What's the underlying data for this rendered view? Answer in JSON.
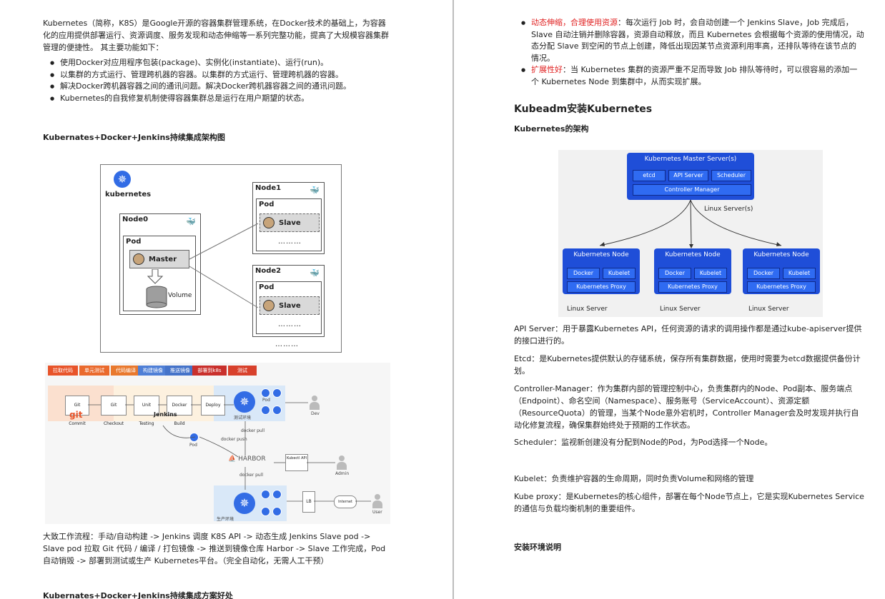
{
  "left": {
    "intro": "Kubernetes（简称，K8S）是Google开源的容器集群管理系统，在Docker技术的基础上，为容器化的应用提供部署运行、资源调度、服务发现和动态伸缩等一系列完整功能，提高了大规模容器集群管理的便捷性。 其主要功能如下：",
    "bullets": [
      "使用Docker对应用程序包装(package)、实例化(instantiate)、运行(run)。",
      "以集群的方式运行、管理跨机器的容器。以集群的方式运行、管理跨机器的容器。",
      "解决Docker跨机器容器之间的通讯问题。解决Docker跨机器容器之间的通讯问题。",
      "Kubernetes的自我修复机制使得容器集群总是运行在用户期望的状态。"
    ],
    "section1_title": "Kubernates+Docker+Jenkins持续集成架构图",
    "fig1": {
      "logo_text": "kubernetes",
      "node0": "Node0",
      "node1": "Node1",
      "node2": "Node2",
      "pod": "Pod",
      "master": "Master",
      "slave": "Slave",
      "volume": "Volume",
      "dots": "………"
    },
    "fig2": {
      "stages": [
        "拉取代码",
        "单元测试",
        "代码编译",
        "构建镜像",
        "推送镜像",
        "部署到k8s",
        "测试"
      ],
      "steps": [
        "Git Commit",
        "Git Checkout",
        "Unit Testing",
        "Docker Build",
        "Deploy"
      ],
      "git": "git",
      "jenkins": "Jenkins",
      "harbor": "HARBOR",
      "docker_push": "docker push",
      "docker_pull": "docker pull",
      "kubectl": "Kubectl API",
      "lb": "LB",
      "internet": "Internet",
      "pod": "Pod",
      "test_env": "测试环境",
      "prod_env": "生产环境",
      "dev": "Dev",
      "admin": "Admin",
      "user": "User"
    },
    "workflow": "大致工作流程：手动/自动构建 -> Jenkins 调度 K8S API -> 动态生成 Jenkins Slave pod -> Slave pod 拉取 Git 代码 / 编译 / 打包镜像 -> 推送到镜像仓库 Harbor -> Slave 工作完成，Pod 自动销毁 -> 部署到测试或生产 Kubernetes平台。（完全自动化，无需人工干预）",
    "section2_title": "Kubernates+Docker+Jenkins持续集成方案好处"
  },
  "right": {
    "bullet1_red": "动态伸缩，合理使用资源",
    "bullet1_text": "：每次运行 Job 时，会自动创建一个 Jenkins Slave，Job 完成后，Slave 自动注销并删除容器，资源自动释放，而且 Kubernetes 会根据每个资源的使用情况，动态分配 Slave 到空闲的节点上创建，降低出现因某节点资源利用率高，还排队等待在该节点的情况。",
    "bullet2_red": "扩展性好",
    "bullet2_text": "：当 Kubernetes 集群的资源严重不足而导致 Job 排队等待时，可以很容易的添加一个 Kubernetes Node 到集群中，从而实现扩展。",
    "heading": "Kubeadm安装Kubernetes",
    "subheading": "Kubernetes的架构",
    "fig3": {
      "master_title": "Kubernetes Master Server(s)",
      "etcd": "etcd",
      "api": "API Server",
      "scheduler": "Scheduler",
      "controller": "Controller Manager",
      "linux_servers": "Linux Server(s)",
      "node_title": "Kubernetes Node",
      "docker": "Docker",
      "kubelet": "Kubelet",
      "proxy": "Kubernetes Proxy",
      "linux_server": "Linux Server"
    },
    "paras": [
      "API Server：用于暴露Kubernetes API，任何资源的请求的调用操作都是通过kube-apiserver提供的接口进行的。",
      "Etcd：是Kubernetes提供默认的存储系统，保存所有集群数据，使用时需要为etcd数据提供备份计划。",
      "Controller-Manager：作为集群内部的管理控制中心，负责集群内的Node、Pod副本、服务端点（Endpoint）、命名空间（Namespace）、服务账号（ServiceAccount）、资源定额（ResourceQuota）的管理，当某个Node意外宕机时，Controller Manager会及时发现并执行自动化修复流程，确保集群始终处于预期的工作状态。",
      "Scheduler：监视新创建没有分配到Node的Pod，为Pod选择一个Node。",
      "Kubelet：负责维护容器的生命周期，同时负责Volume和网络的管理",
      "Kube proxy：是Kubernetes的核心组件，部署在每个Node节点上，它是实现Kubernetes Service的通信与负载均衡机制的重要组件。"
    ],
    "env_title": "安装环境说明"
  }
}
